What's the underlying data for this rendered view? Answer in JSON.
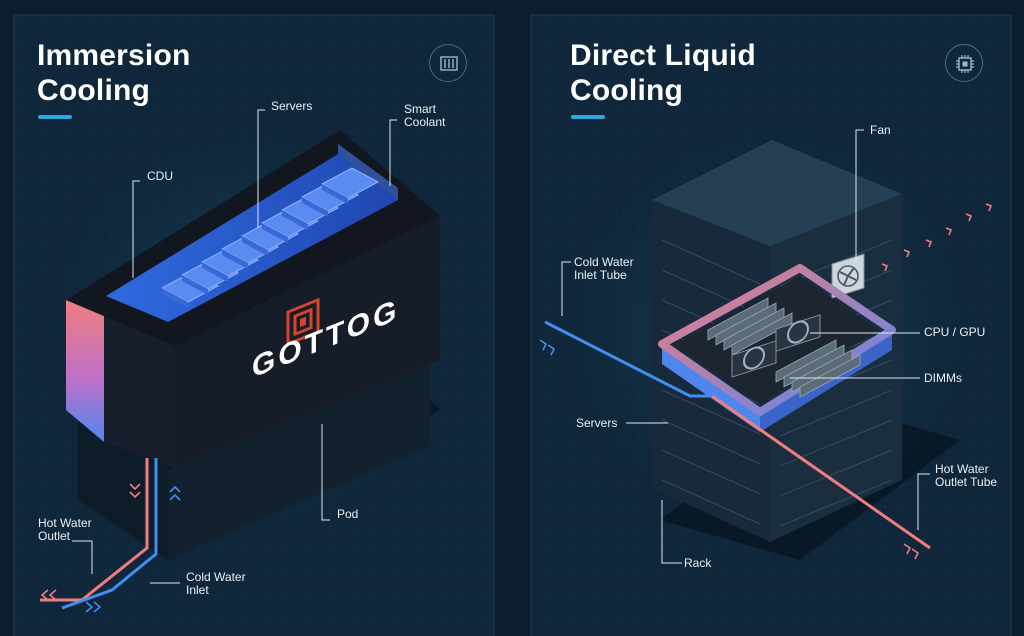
{
  "theme": {
    "background": "#0c1d2e",
    "panel": "#10273b",
    "accent": "#29a9e0",
    "hot": "#f07e7e",
    "cold": "#3f8ff0",
    "coolant": "#2b5fd6"
  },
  "panels": [
    {
      "title_lines": [
        "Immersion",
        "Cooling"
      ],
      "icon": "server-rack-icon",
      "labels": {
        "servers": [
          "Servers"
        ],
        "smart_coolant": [
          "Smart",
          "Coolant"
        ],
        "cdu": [
          "CDU"
        ],
        "pod": [
          "Pod"
        ],
        "hot_water_outlet": [
          "Hot Water",
          "Outlet"
        ],
        "cold_water_inlet": [
          "Cold Water",
          "Inlet"
        ]
      },
      "brand": "GOTTOG"
    },
    {
      "title_lines": [
        "Direct Liquid",
        "Cooling"
      ],
      "icon": "chip-icon",
      "labels": {
        "fan": [
          "Fan"
        ],
        "cold_water_inlet_tube": [
          "Cold Water",
          "Inlet Tube"
        ],
        "cpu_gpu": [
          "CPU / GPU"
        ],
        "dimms": [
          "DIMMs"
        ],
        "servers": [
          "Servers"
        ],
        "hot_water_outlet_tube": [
          "Hot Water",
          "Outlet Tube"
        ],
        "rack": [
          "Rack"
        ]
      }
    }
  ]
}
